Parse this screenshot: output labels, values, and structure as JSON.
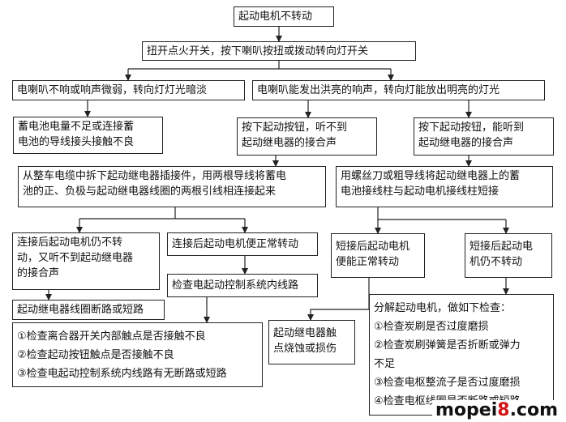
{
  "nodes": {
    "root": "起动电机不转动",
    "step1": "扭开点火开关，按下喇叭按扭或拨动转向灯开关",
    "left_cond": "电喇叭不响或响声微弱，转向灯灯光暗淡",
    "left_result": [
      "蓄电池电量不足或连接蓄",
      "电池的导线接头接触不良"
    ],
    "right_cond": "电喇叭能发出洪亮的响声，转向灯能放出明亮的灯光",
    "no_click": [
      "按下起动按钮，听不到",
      "起动继电器的接合声"
    ],
    "click": [
      "按下起动按钮，能听到",
      "起动继电器的接合声"
    ],
    "bypass_relay": [
      "从整车电缆中拆下起动继电器插接件，用两根导线将蓄电",
      "池的正、负极与起动继电器线圈的两根引线相连接起来"
    ],
    "still_not": [
      "连接后起动电机仍不转",
      "动，又听不到起动继电器",
      "的接合声"
    ],
    "runs_ok": "连接后起动电机便正常转动",
    "relay_coil": "起动继电器线圈断路或短路",
    "check_control": "检查电起动控制系统内线路",
    "check_list": [
      "①检查离合器开关内部触点是否接触不良",
      "②检查起动按钮触点是否接触不良",
      "③检查电起动控制系统内线路有无断路或短路"
    ],
    "short_terminals": [
      "用螺丝刀或粗导线将起动继电器上的蓄",
      "电池接线柱与起动电机接线柱短接"
    ],
    "short_ok": [
      "短接后起动电机",
      "便能正常转动"
    ],
    "short_not": [
      "短接后起动电",
      "机仍不转动"
    ],
    "contacts_burnt": [
      "起动继电器触",
      "点烧蚀或损伤"
    ],
    "disassemble": [
      "分解起动电机，做如下检查：",
      "①检查炭刷是否过度磨损",
      "②检查炭刷弹簧是否折断或弹力",
      "不足",
      "③检查电枢整流子是否过度磨损",
      "④检查电枢线圈是否断路或短路"
    ]
  },
  "watermark": {
    "part1": "mopei",
    "part2": "8",
    "part3": ".com"
  },
  "colors": {
    "line": "#222222",
    "watermark_accent": "#d21414"
  }
}
